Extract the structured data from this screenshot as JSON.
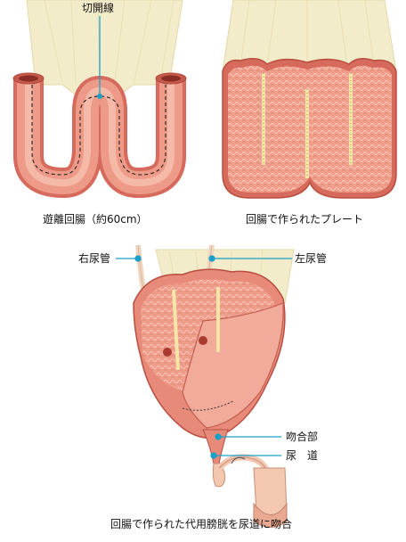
{
  "labels": {
    "incision_line": "切開線",
    "isolated_ileum": "遊離回腸（約60cm）",
    "ileal_plate": "回腸で作られたプレート",
    "right_ureter": "右尿管",
    "left_ureter": "左尿管",
    "anastomosis": "吻合部",
    "urethra": "尿　道",
    "caption": "回腸で作られた代用膀胱を尿道に吻合"
  },
  "colors": {
    "bowel_outer": "#ec9484",
    "bowel_dark": "#d66a5c",
    "bowel_light": "#f6c2b4",
    "mucosa": "#f0a594",
    "mesentery": "#f3eccb",
    "callout_line": "#1aa0c8"
  }
}
